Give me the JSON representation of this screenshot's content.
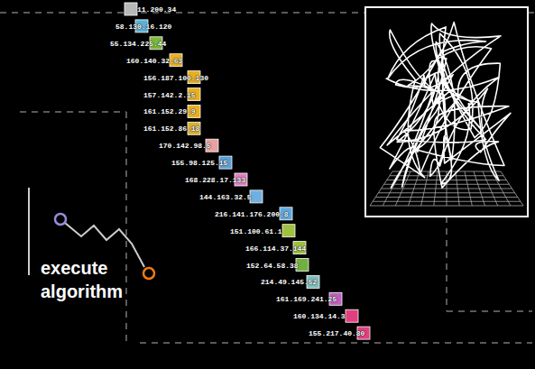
{
  "diagram": {
    "labels": [
      "11.200.34",
      "58.130.16.120",
      "55.134.225.44",
      "160.140.32.63",
      "156.187.100.130",
      "157.142.2.15",
      "161.152.29.9",
      "161.152.86.18",
      "170.142.98.5",
      "155.98.125.15",
      "168.228.17.133",
      "144.163.32.5",
      "216.141.176.200.8",
      "151.100.61.1",
      "166.114.37.144",
      "152.64.58.38",
      "214.49.145.52",
      "161.169.241.25",
      "160.134.14.3",
      "155.217.40.80",
      "execute algorithm"
    ]
  }
}
